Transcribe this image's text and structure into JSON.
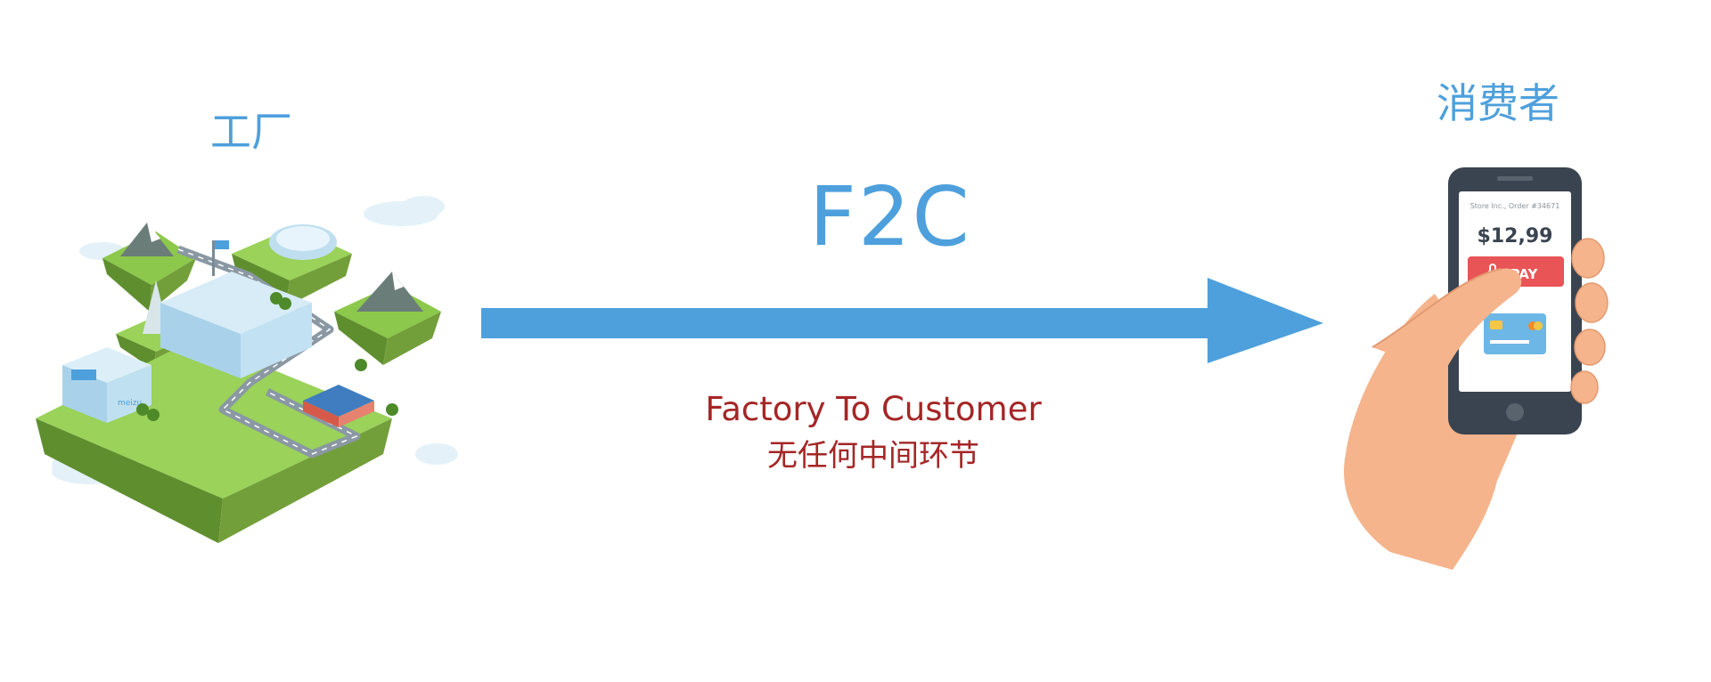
{
  "factory": {
    "label": "工厂",
    "brand_text": "meizu"
  },
  "consumer": {
    "label": "消费者"
  },
  "flow": {
    "title": "F2C",
    "caption_en": "Factory To Customer",
    "caption_zh": "无任何中间环节",
    "direction": "left-to-right"
  },
  "phone": {
    "header": "Store Inc., Order #34671",
    "price": "$12,99",
    "pay_label": "PAY"
  },
  "colors": {
    "accent": "#4ea0dc",
    "caption": "#a52626",
    "pay_button": "#e95456",
    "grass": "#8cc84b",
    "skin": "#f5b48c",
    "phone_body": "#3a4450"
  },
  "icons": [
    "floating-island-factory-illustration",
    "right-arrow",
    "hand-holding-phone-illustration",
    "lock-icon",
    "credit-card-icon"
  ]
}
